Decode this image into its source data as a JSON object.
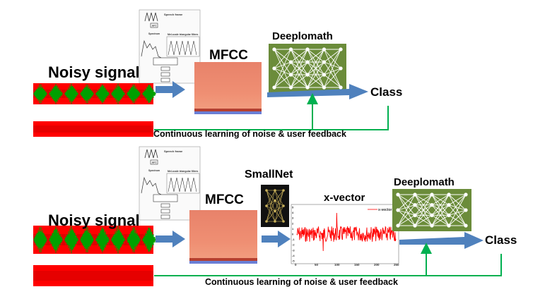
{
  "top": {
    "noisy_label": "Noisy signal",
    "mfcc_label": "MFCC",
    "model_label": "Deeplomath",
    "class_label": "Class",
    "feedback_label": "Continuous learning of noise & user feedback"
  },
  "bottom": {
    "noisy_label": "Noisy signal",
    "mfcc_label": "MFCC",
    "smallnet_label": "SmallNet",
    "xvector_label": "x-vector",
    "model_label": "Deeplomath",
    "class_label": "Class",
    "feedback_label": "Continuous learning of noise & user feedback"
  },
  "pipeline_thumb": {
    "speech_frame": "Speech frame",
    "fft": "FFT",
    "spectrum": "Spectrum",
    "mel_filters": "Mel-scale triangular filters"
  },
  "xvector_plot": {
    "legend": "x-vector",
    "x_ticks": [
      "0",
      "50",
      "100",
      "150",
      "200",
      "250"
    ],
    "y_ticks": [
      "5",
      "4",
      "3",
      "2",
      "1",
      "0",
      "-1",
      "-2",
      "-3",
      "-4",
      "-5"
    ]
  },
  "colors": {
    "arrow_blue": "#4f81bd",
    "feedback_green": "#00b050",
    "waveform_red": "#ff0000",
    "waveform_green": "#00a000",
    "net_panel_green": "#6b8c3a",
    "xvector_line": "#ff0000"
  }
}
